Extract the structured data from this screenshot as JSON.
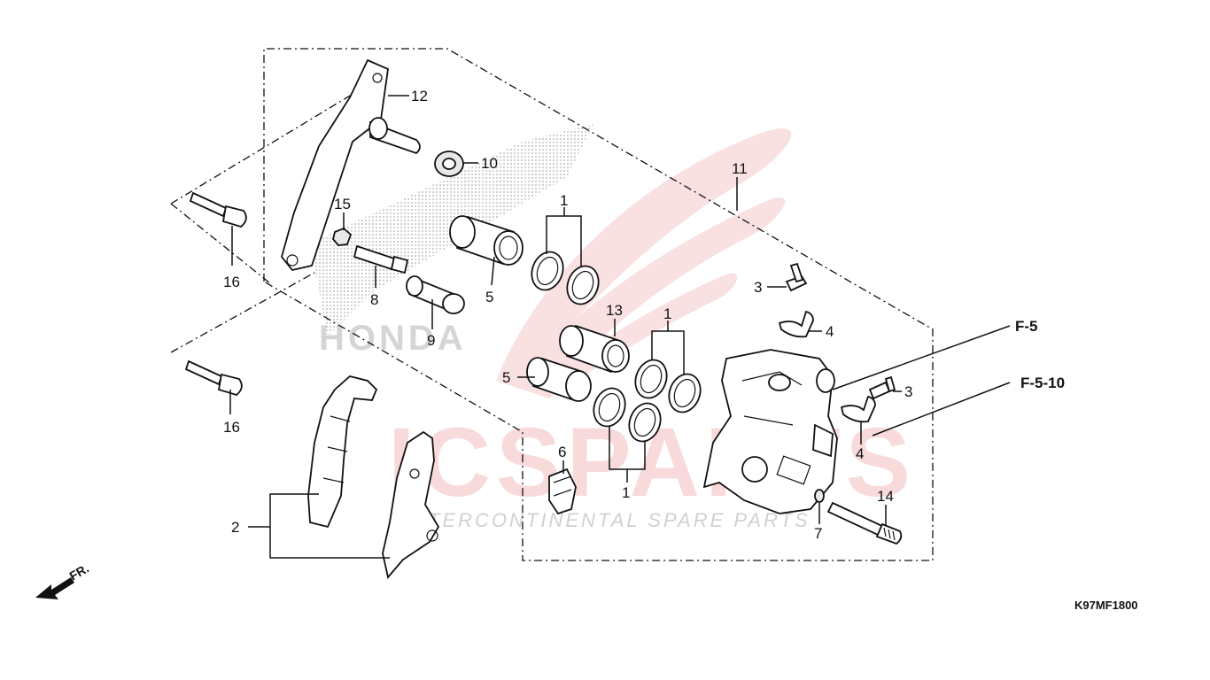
{
  "diagram_code": "K97MF1800",
  "direction_label": "FR.",
  "watermark": {
    "brand": "ICSPARTS",
    "tagline": "INTERCONTINENTAL SPARE PARTS",
    "maker": "HONDA"
  },
  "references": [
    "F-5",
    "F-5-10"
  ],
  "callouts": {
    "c1a": "1",
    "c1b": "1",
    "c1c": "1",
    "c2": "2",
    "c3a": "3",
    "c3b": "3",
    "c4a": "4",
    "c4b": "4",
    "c5a": "5",
    "c5b": "5",
    "c6": "6",
    "c7": "7",
    "c8": "8",
    "c9": "9",
    "c10": "10",
    "c11": "11",
    "c12": "12",
    "c13": "13",
    "c14": "14",
    "c15": "15",
    "c16a": "16",
    "c16b": "16"
  },
  "colors": {
    "watermark_red": "#d9363e",
    "line": "#111111"
  }
}
